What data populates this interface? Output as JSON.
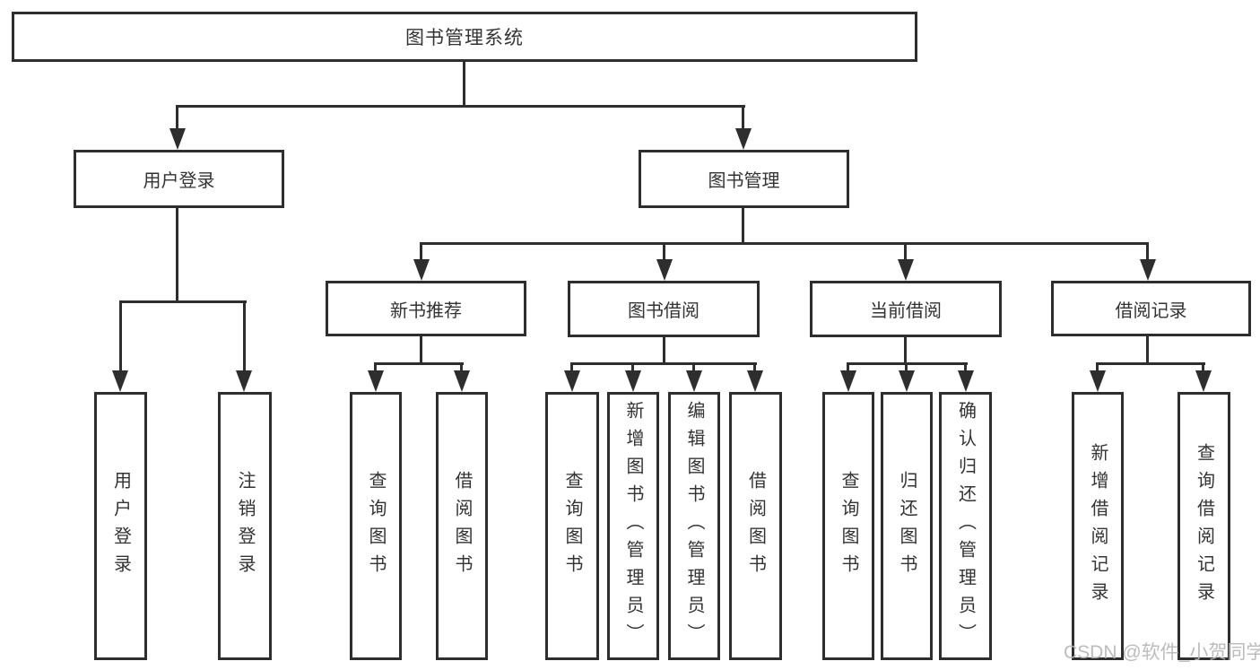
{
  "diagram": {
    "type": "tree",
    "colors": {
      "line": "#2e2e2e",
      "box_border": "#2e2e2e",
      "text": "#333333",
      "background": "#ffffff",
      "watermark": "#b5b5b5"
    },
    "watermark": "CSDN @软件_小贺同学",
    "nodes": {
      "root": {
        "label": "图书管理系统"
      },
      "userLogin": {
        "label": "用户登录"
      },
      "bookMgmt": {
        "label": "图书管理"
      },
      "newBookRec": {
        "label": "新书推荐"
      },
      "bookBorrow": {
        "label": "图书借阅"
      },
      "currentBorrow": {
        "label": "当前借阅"
      },
      "borrowRecords": {
        "label": "借阅记录"
      },
      "leafUserLogin": {
        "label": "用户登录"
      },
      "leafLogout": {
        "label": "注销登录"
      },
      "leafQueryBook1": {
        "label": "查询图书"
      },
      "leafBorrowBook1": {
        "label": "借阅图书"
      },
      "leafQueryBook2": {
        "label": "查询图书"
      },
      "leafAddBook": {
        "label": "新增图书（管理员）"
      },
      "leafEditBook": {
        "label": "编辑图书（管理员）"
      },
      "leafBorrowBook2": {
        "label": "借阅图书"
      },
      "leafQueryBook3": {
        "label": "查询图书"
      },
      "leafReturnBook": {
        "label": "归还图书"
      },
      "leafConfirmReturn": {
        "label": "确认归还（管理员）"
      },
      "leafAddRecord": {
        "label": "新增借阅记录"
      },
      "leafQueryRecord": {
        "label": "查询借阅记录"
      }
    },
    "hierarchy": {
      "图书管理系统": {
        "用户登录": [
          "用户登录",
          "注销登录"
        ],
        "图书管理": {
          "新书推荐": [
            "查询图书",
            "借阅图书"
          ],
          "图书借阅": [
            "查询图书",
            "新增图书（管理员）",
            "编辑图书（管理员）",
            "借阅图书"
          ],
          "当前借阅": [
            "查询图书",
            "归还图书",
            "确认归还（管理员）"
          ],
          "借阅记录": [
            "新增借阅记录",
            "查询借阅记录"
          ]
        }
      }
    }
  }
}
